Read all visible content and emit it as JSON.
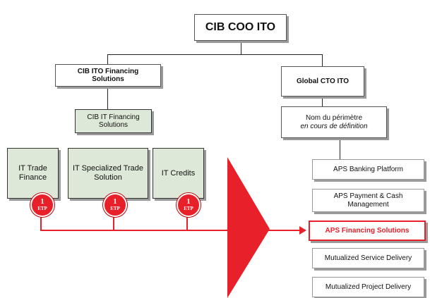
{
  "top": {
    "title": "CIB COO ITO"
  },
  "left_branch": {
    "title": "CIB ITO Financing Solutions",
    "sub": "CIB IT Financing  Solutions",
    "units": [
      {
        "label": "IT Trade Finance",
        "badge_number": "1",
        "badge_unit": "ETP"
      },
      {
        "label": "IT Specialized Trade Solution",
        "badge_number": "1",
        "badge_unit": "ETP"
      },
      {
        "label": "IT Credits",
        "badge_number": "1",
        "badge_unit": "ETP"
      }
    ]
  },
  "right_branch": {
    "title": "Global  CTO ITO",
    "perimeter_line1": "Nom du périmètre",
    "perimeter_line2": "en cours de définition",
    "items": [
      {
        "label": "APS Banking Platform",
        "highlight": false
      },
      {
        "label": "APS Payment & Cash Management",
        "highlight": false
      },
      {
        "label": "APS Financing Solutions",
        "highlight": true
      },
      {
        "label": "Mutualized  Service Delivery",
        "highlight": false
      },
      {
        "label": "Mutualized  Project Delivery",
        "highlight": false
      }
    ]
  },
  "colors": {
    "accent_red": "#e8202a",
    "unit_green": "#dde8d8"
  }
}
